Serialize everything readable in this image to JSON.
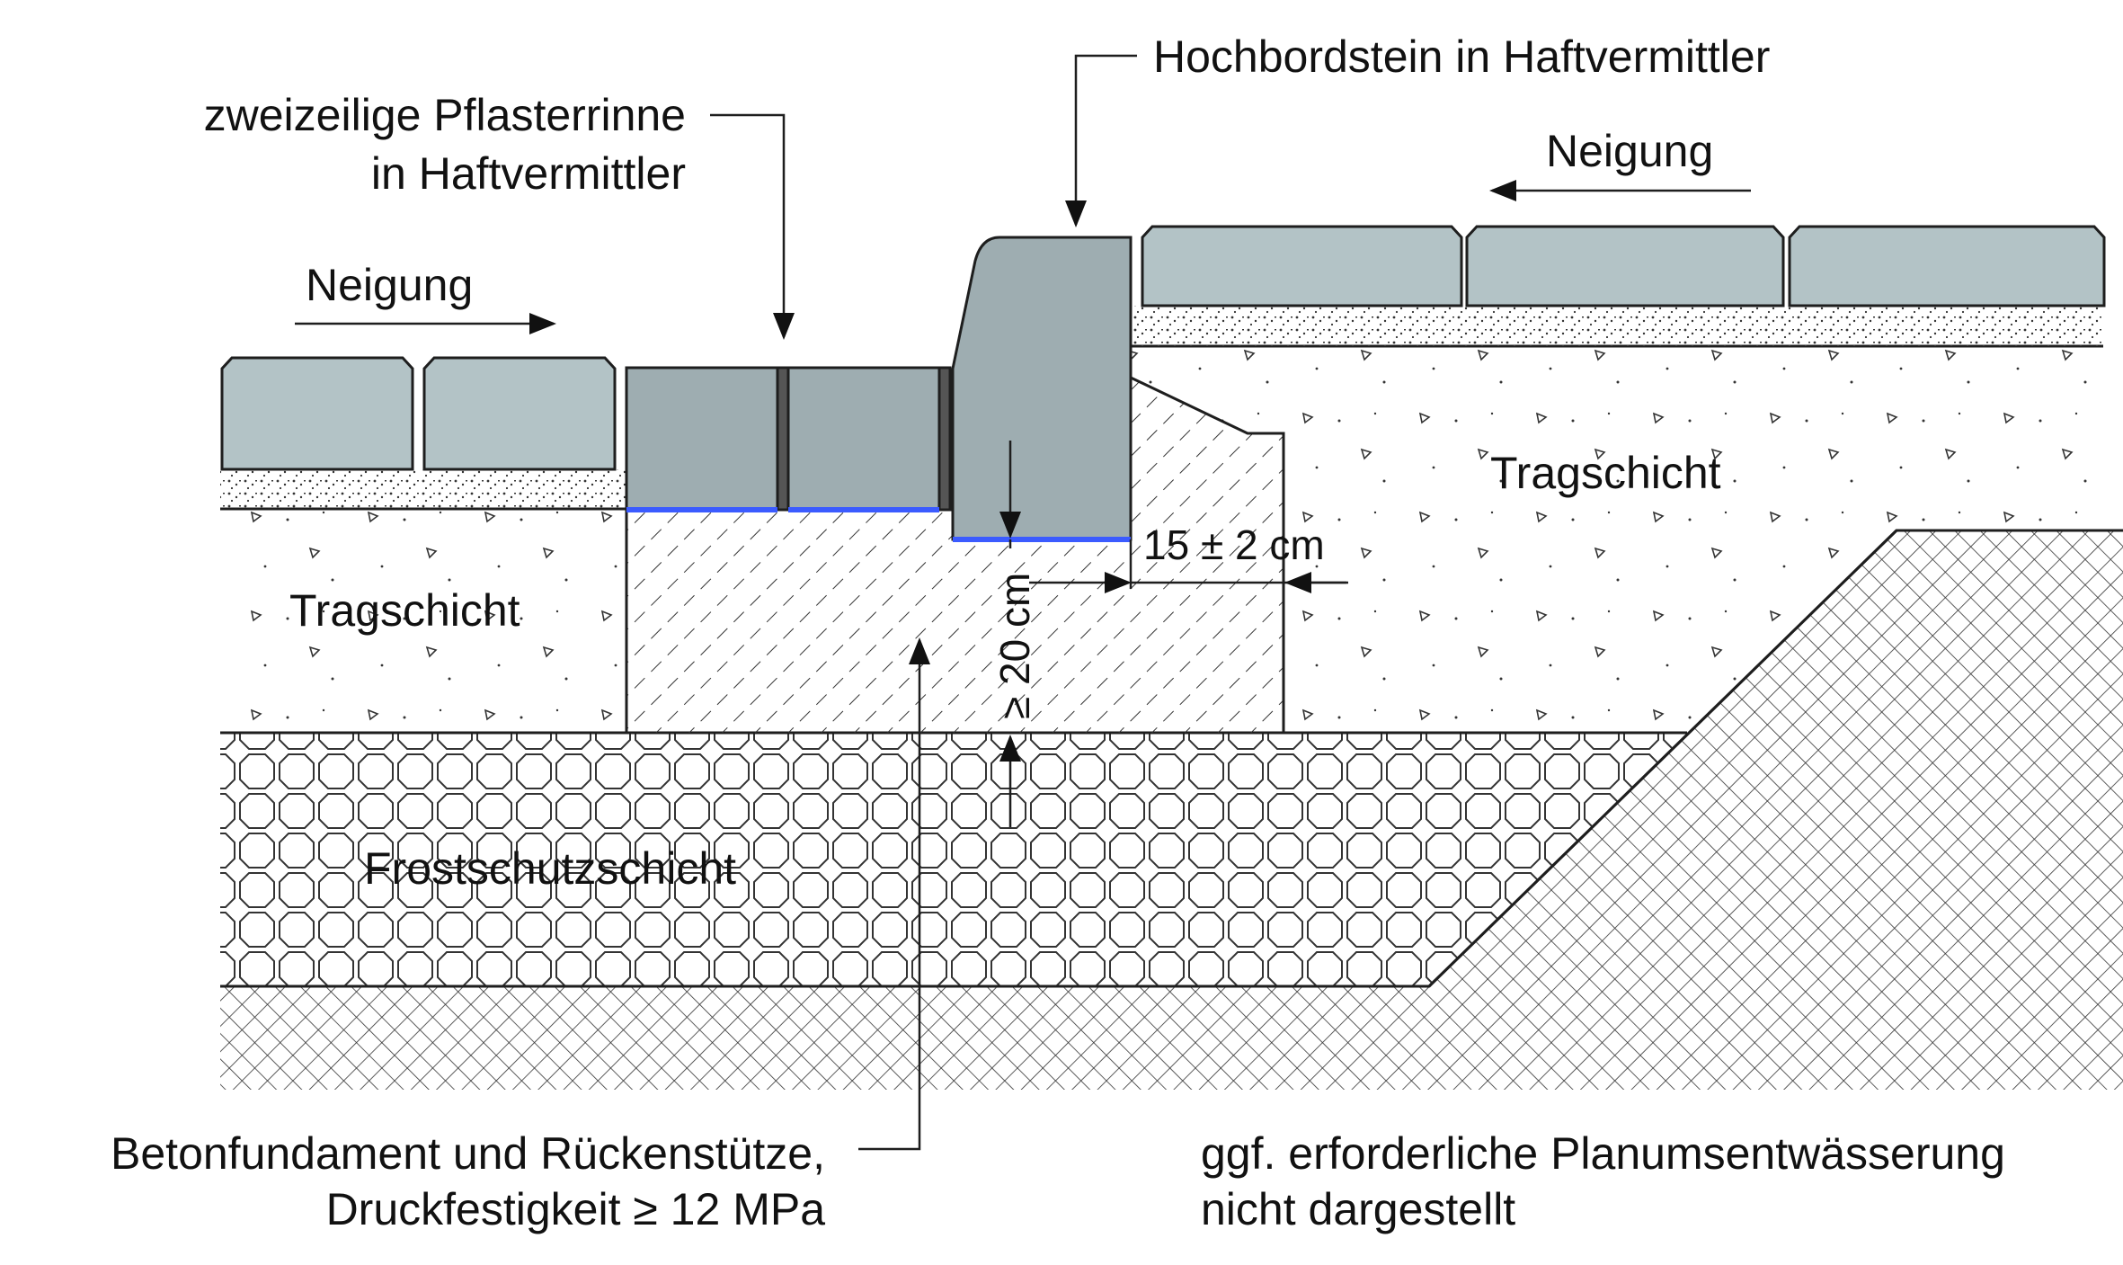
{
  "labels": {
    "hochbordstein": "Hochbordstein in Haftvermittler",
    "pflasterrinne_line1": "zweizeilige Pflasterrinne",
    "pflasterrinne_line2": "in Haftvermittler",
    "neigung_left": "Neigung",
    "neigung_right": "Neigung",
    "tragschicht_left": "Tragschicht",
    "tragschicht_right": "Tragschicht",
    "frostschutzschicht": "Frostschutzschicht",
    "dim_width": "15 ± 2 cm",
    "dim_depth": "≥ 20 cm",
    "beton_line1": "Betonfundament und Rückenstütze,",
    "beton_line2": "Druckfestigkeit ≥ 12 MPa",
    "hinweis_line1": "ggf. erforderliche Planumsentwässerung",
    "hinweis_line2": "nicht dargestellt"
  },
  "colors": {
    "paving_stone": "#b3c3c6",
    "gutter_and_curb": "#9eadb1",
    "adhesion_layer": "#3b5bff",
    "outline": "#1e1e1e"
  }
}
